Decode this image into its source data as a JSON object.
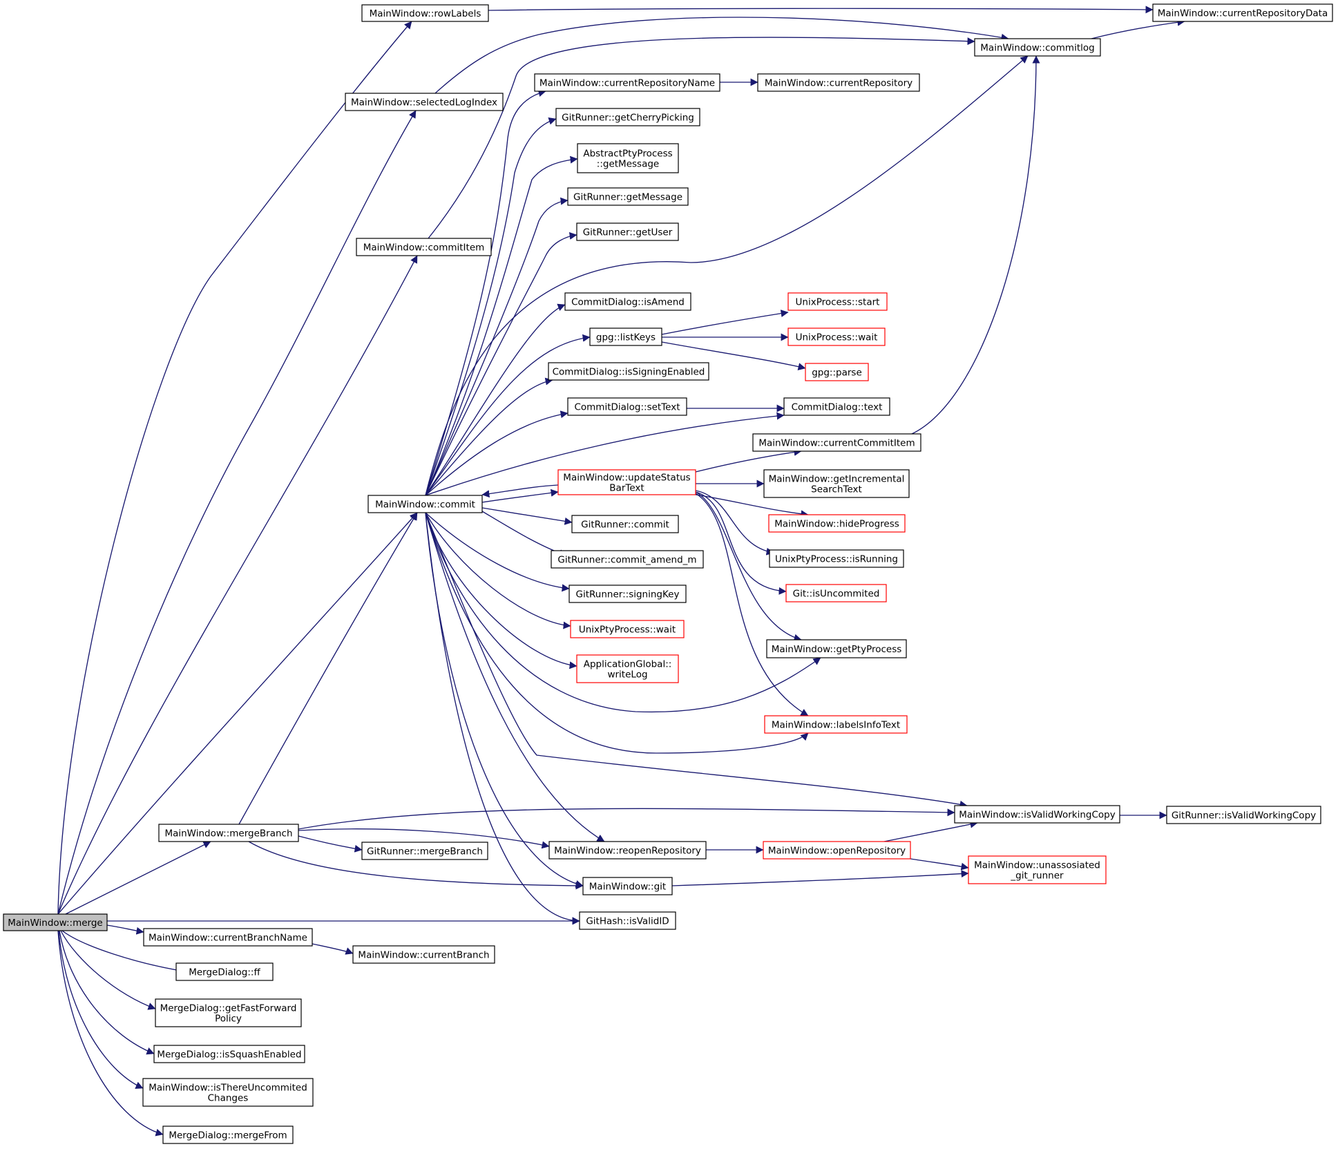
{
  "graph": {
    "edge_color": "#191970",
    "node_border_color": "#000000",
    "incomplete_node_border_color": "#ff0000",
    "root_fill_color": "#bfbfbf",
    "nodes": [
      {
        "id": "merge",
        "lines": [
          "MainWindow::merge"
        ],
        "style": "root"
      },
      {
        "id": "rowLabels",
        "lines": [
          "MainWindow::rowLabels"
        ],
        "style": "normal"
      },
      {
        "id": "selectedLogIndex",
        "lines": [
          "MainWindow::selectedLogIndex"
        ],
        "style": "normal"
      },
      {
        "id": "commitItem",
        "lines": [
          "MainWindow::commitItem"
        ],
        "style": "normal"
      },
      {
        "id": "commit",
        "lines": [
          "MainWindow::commit"
        ],
        "style": "normal"
      },
      {
        "id": "mergeBranch",
        "lines": [
          "MainWindow::mergeBranch"
        ],
        "style": "normal"
      },
      {
        "id": "currentBranchName",
        "lines": [
          "MainWindow::currentBranchName"
        ],
        "style": "normal"
      },
      {
        "id": "ff",
        "lines": [
          "MergeDialog::ff"
        ],
        "style": "normal"
      },
      {
        "id": "getFastForwardPolicy",
        "lines": [
          "MergeDialog::getFastForward",
          "Policy"
        ],
        "style": "normal"
      },
      {
        "id": "isSquashEnabled",
        "lines": [
          "MergeDialog::isSquashEnabled"
        ],
        "style": "normal"
      },
      {
        "id": "isThereUncommitedChanges",
        "lines": [
          "MainWindow::isThereUncommited",
          "Changes"
        ],
        "style": "normal"
      },
      {
        "id": "mergeFrom",
        "lines": [
          "MergeDialog::mergeFrom"
        ],
        "style": "normal"
      },
      {
        "id": "grMergeBranch",
        "lines": [
          "GitRunner::mergeBranch"
        ],
        "style": "normal"
      },
      {
        "id": "currentBranch",
        "lines": [
          "MainWindow::currentBranch"
        ],
        "style": "normal"
      },
      {
        "id": "currentRepositoryName",
        "lines": [
          "MainWindow::currentRepositoryName"
        ],
        "style": "normal"
      },
      {
        "id": "getCherryPicking",
        "lines": [
          "GitRunner::getCherryPicking"
        ],
        "style": "normal"
      },
      {
        "id": "aptyGetMessage",
        "lines": [
          "AbstractPtyProcess",
          "::getMessage"
        ],
        "style": "normal"
      },
      {
        "id": "grGetMessage",
        "lines": [
          "GitRunner::getMessage"
        ],
        "style": "normal"
      },
      {
        "id": "getUser",
        "lines": [
          "GitRunner::getUser"
        ],
        "style": "normal"
      },
      {
        "id": "isAmend",
        "lines": [
          "CommitDialog::isAmend"
        ],
        "style": "normal"
      },
      {
        "id": "listKeys",
        "lines": [
          "gpg::listKeys"
        ],
        "style": "normal"
      },
      {
        "id": "isSigningEnabled",
        "lines": [
          "CommitDialog::isSigningEnabled"
        ],
        "style": "normal"
      },
      {
        "id": "setText",
        "lines": [
          "CommitDialog::setText"
        ],
        "style": "normal"
      },
      {
        "id": "updateStatusBarText",
        "lines": [
          "MainWindow::updateStatus",
          "BarText"
        ],
        "style": "red"
      },
      {
        "id": "grCommit",
        "lines": [
          "GitRunner::commit"
        ],
        "style": "normal"
      },
      {
        "id": "commitAmendM",
        "lines": [
          "GitRunner::commit_amend_m"
        ],
        "style": "normal"
      },
      {
        "id": "signingKey",
        "lines": [
          "GitRunner::signingKey"
        ],
        "style": "normal"
      },
      {
        "id": "uptyWait",
        "lines": [
          "UnixPtyProcess::wait"
        ],
        "style": "red"
      },
      {
        "id": "writeLog",
        "lines": [
          "ApplicationGlobal::",
          "writeLog"
        ],
        "style": "red"
      },
      {
        "id": "reopenRepository",
        "lines": [
          "MainWindow::reopenRepository"
        ],
        "style": "normal"
      },
      {
        "id": "mwGit",
        "lines": [
          "MainWindow::git"
        ],
        "style": "normal"
      },
      {
        "id": "isValidID",
        "lines": [
          "GitHash::isValidID"
        ],
        "style": "normal"
      },
      {
        "id": "currentRepository",
        "lines": [
          "MainWindow::currentRepository"
        ],
        "style": "normal"
      },
      {
        "id": "upStart",
        "lines": [
          "UnixProcess::start"
        ],
        "style": "red"
      },
      {
        "id": "upWait",
        "lines": [
          "UnixProcess::wait"
        ],
        "style": "red"
      },
      {
        "id": "gpgParse",
        "lines": [
          "gpg::parse"
        ],
        "style": "red"
      },
      {
        "id": "cdText",
        "lines": [
          "CommitDialog::text"
        ],
        "style": "normal"
      },
      {
        "id": "currentCommitItem",
        "lines": [
          "MainWindow::currentCommitItem"
        ],
        "style": "normal"
      },
      {
        "id": "getIncrementalSearchText",
        "lines": [
          "MainWindow::getIncremental",
          "SearchText"
        ],
        "style": "normal"
      },
      {
        "id": "hideProgress",
        "lines": [
          "MainWindow::hideProgress"
        ],
        "style": "red"
      },
      {
        "id": "isRunning",
        "lines": [
          "UnixPtyProcess::isRunning"
        ],
        "style": "normal"
      },
      {
        "id": "isUncommited",
        "lines": [
          "Git::isUncommited"
        ],
        "style": "red"
      },
      {
        "id": "getPtyProcess",
        "lines": [
          "MainWindow::getPtyProcess"
        ],
        "style": "normal"
      },
      {
        "id": "labelsInfoText",
        "lines": [
          "MainWindow::labelsInfoText"
        ],
        "style": "red"
      },
      {
        "id": "openRepository",
        "lines": [
          "MainWindow::openRepository"
        ],
        "style": "red"
      },
      {
        "id": "commitlog",
        "lines": [
          "MainWindow::commitlog"
        ],
        "style": "normal"
      },
      {
        "id": "isValidWorkingCopy",
        "lines": [
          "MainWindow::isValidWorkingCopy"
        ],
        "style": "normal"
      },
      {
        "id": "unassosiated",
        "lines": [
          "MainWindow::unassosiated",
          "_git_runner"
        ],
        "style": "red"
      },
      {
        "id": "currentRepositoryData",
        "lines": [
          "MainWindow::currentRepositoryData"
        ],
        "style": "normal"
      },
      {
        "id": "grIsValidWorkingCopy",
        "lines": [
          "GitRunner::isValidWorkingCopy"
        ],
        "style": "normal"
      }
    ],
    "edges": [
      [
        "merge",
        "rowLabels"
      ],
      [
        "merge",
        "selectedLogIndex"
      ],
      [
        "merge",
        "commitItem"
      ],
      [
        "merge",
        "commit"
      ],
      [
        "merge",
        "mergeBranch"
      ],
      [
        "merge",
        "isValidID"
      ],
      [
        "merge",
        "currentBranchName"
      ],
      [
        "merge",
        "ff"
      ],
      [
        "merge",
        "getFastForwardPolicy"
      ],
      [
        "merge",
        "isSquashEnabled"
      ],
      [
        "merge",
        "isThereUncommitedChanges"
      ],
      [
        "merge",
        "mergeFrom"
      ],
      [
        "rowLabels",
        "currentRepositoryData"
      ],
      [
        "selectedLogIndex",
        "commitlog"
      ],
      [
        "commitItem",
        "commitlog"
      ],
      [
        "commit",
        "currentRepositoryName"
      ],
      [
        "commit",
        "getCherryPicking"
      ],
      [
        "commit",
        "aptyGetMessage"
      ],
      [
        "commit",
        "grGetMessage"
      ],
      [
        "commit",
        "getUser"
      ],
      [
        "commit",
        "commitlog"
      ],
      [
        "commit",
        "isAmend"
      ],
      [
        "commit",
        "listKeys"
      ],
      [
        "commit",
        "isSigningEnabled"
      ],
      [
        "commit",
        "setText"
      ],
      [
        "commit",
        "cdText"
      ],
      [
        "commit",
        "updateStatusBarText"
      ],
      [
        "commit",
        "grCommit"
      ],
      [
        "commit",
        "commitAmendM"
      ],
      [
        "commit",
        "signingKey"
      ],
      [
        "commit",
        "uptyWait"
      ],
      [
        "commit",
        "writeLog"
      ],
      [
        "commit",
        "getPtyProcess"
      ],
      [
        "commit",
        "labelsInfoText"
      ],
      [
        "commit",
        "isValidWorkingCopy"
      ],
      [
        "commit",
        "reopenRepository"
      ],
      [
        "commit",
        "mwGit"
      ],
      [
        "commit",
        "isValidID"
      ],
      [
        "mergeBranch",
        "commit"
      ],
      [
        "mergeBranch",
        "isValidWorkingCopy"
      ],
      [
        "mergeBranch",
        "reopenRepository"
      ],
      [
        "mergeBranch",
        "grMergeBranch"
      ],
      [
        "mergeBranch",
        "mwGit"
      ],
      [
        "currentBranchName",
        "currentBranch"
      ],
      [
        "currentRepositoryName",
        "currentRepository"
      ],
      [
        "listKeys",
        "upStart"
      ],
      [
        "listKeys",
        "upWait"
      ],
      [
        "listKeys",
        "gpgParse"
      ],
      [
        "setText",
        "cdText"
      ],
      [
        "updateStatusBarText",
        "commit"
      ],
      [
        "updateStatusBarText",
        "currentCommitItem"
      ],
      [
        "updateStatusBarText",
        "getIncrementalSearchText"
      ],
      [
        "updateStatusBarText",
        "hideProgress"
      ],
      [
        "updateStatusBarText",
        "isRunning"
      ],
      [
        "updateStatusBarText",
        "isUncommited"
      ],
      [
        "updateStatusBarText",
        "getPtyProcess"
      ],
      [
        "updateStatusBarText",
        "labelsInfoText"
      ],
      [
        "currentCommitItem",
        "commitlog"
      ],
      [
        "commitlog",
        "currentRepositoryData"
      ],
      [
        "reopenRepository",
        "openRepository"
      ],
      [
        "openRepository",
        "isValidWorkingCopy"
      ],
      [
        "openRepository",
        "unassosiated"
      ],
      [
        "mwGit",
        "unassosiated"
      ],
      [
        "isValidWorkingCopy",
        "grIsValidWorkingCopy"
      ]
    ]
  }
}
